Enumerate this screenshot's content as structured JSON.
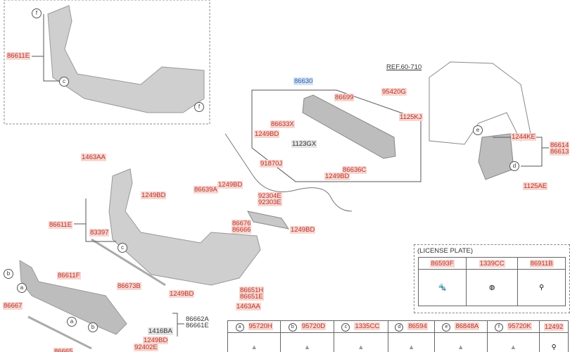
{
  "reference": "REF.60-710",
  "assembly": "86630",
  "labels": {
    "l86611E_top": "86611E",
    "l1463AA_a": "1463AA",
    "l1249BD_a": "1249BD",
    "l86639A": "86639A",
    "l1249BD_b": "1249BD",
    "l91870J": "91870J",
    "l92304E": "92304E",
    "l92303E": "92303E",
    "l86611E": "86611E",
    "l83397": "83397",
    "l86676": "86676",
    "l86666": "86666",
    "l1249BD_c": "1249BD",
    "l86611F": "86611F",
    "l86673B": "86673B",
    "l86667": "86667",
    "l1249BD_d": "1249BD",
    "l86651H": "86651H",
    "l86651E": "86651E",
    "l1463AA_b": "1463AA",
    "l86662A": "86662A",
    "l86661E": "86661E",
    "l1416BA": "1416BA",
    "l1249BD_e": "1249BD",
    "l92402E": "92402E",
    "l86665": "86665",
    "l86699": "86699",
    "l95420G": "95420G",
    "l86633X": "86633X",
    "l1249BD_f": "1249BD",
    "l1123GX": "1123GX",
    "l1125KJ": "1125KJ",
    "l86636C": "86636C",
    "l1249BD_g": "1249BD",
    "l1244KE": "1244KE",
    "l86614": "86614",
    "l86613": "86613",
    "l1125AE": "1125AE"
  },
  "callouts": {
    "a": "a",
    "b": "b",
    "c": "c",
    "d": "d",
    "e": "e",
    "f": "f"
  },
  "license_plate": {
    "title": "(LICENSE PLATE)",
    "parts": [
      "86593F",
      "1339CC",
      "86911B"
    ]
  },
  "parts_table": [
    {
      "key": "a",
      "part": "95720H"
    },
    {
      "key": "b",
      "part": "95720D"
    },
    {
      "key": "c",
      "part": "1335CC"
    },
    {
      "key": "d",
      "part": "86594"
    },
    {
      "key": "e",
      "part": "86848A"
    },
    {
      "key": "f",
      "part": "95720K"
    },
    {
      "key": "",
      "part": "12492"
    }
  ]
}
